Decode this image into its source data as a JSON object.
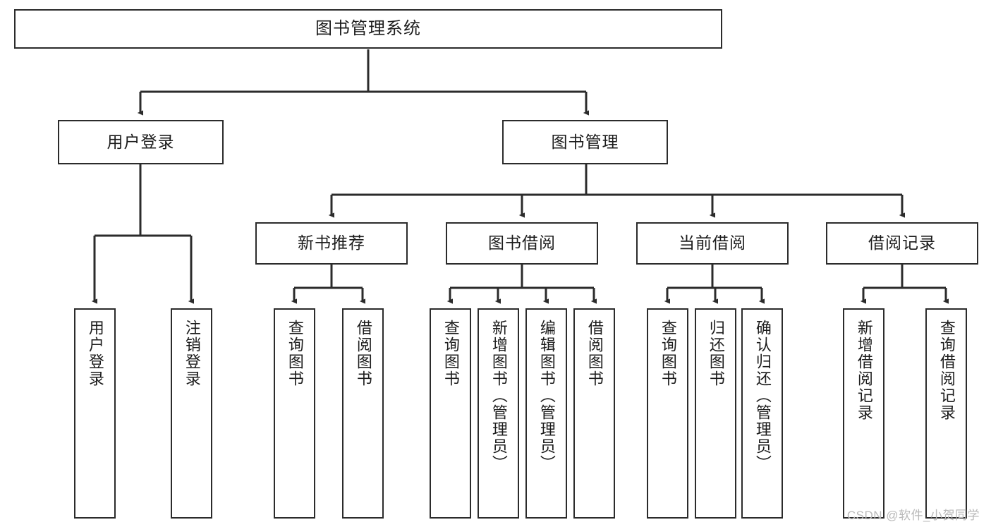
{
  "diagram": {
    "title": "图书管理系统",
    "type": "tree-hierarchy-diagram",
    "root": {
      "label": "图书管理系统"
    },
    "level1": [
      {
        "label": "用户登录"
      },
      {
        "label": "图书管理"
      }
    ],
    "level2": [
      {
        "label": "新书推荐"
      },
      {
        "label": "图书借阅"
      },
      {
        "label": "当前借阅"
      },
      {
        "label": "借阅记录"
      }
    ],
    "leaves": {
      "user_login": [
        {
          "label": "用户登录"
        },
        {
          "label": "注销登录"
        }
      ],
      "new_book_recommend": [
        {
          "label": "查询图书"
        },
        {
          "label": "借阅图书"
        }
      ],
      "book_borrow": [
        {
          "label": "查询图书"
        },
        {
          "label": "新增图书（管理员）"
        },
        {
          "label": "编辑图书（管理员）"
        },
        {
          "label": "借阅图书"
        }
      ],
      "current_borrow": [
        {
          "label": "查询图书"
        },
        {
          "label": "归还图书"
        },
        {
          "label": "确认归还（管理员）"
        }
      ],
      "borrow_record": [
        {
          "label": "新增借阅记录"
        },
        {
          "label": "查询借阅记录"
        }
      ]
    }
  },
  "watermark": {
    "text": "CSDN @软件_小贺同学"
  },
  "colors": {
    "box_border": "#2b2b2b",
    "box_fill": "#ffffff",
    "text": "#1c1c1c",
    "connector": "#2b2b2b",
    "watermark": "#b9b9b9",
    "background": "#ffffff"
  }
}
